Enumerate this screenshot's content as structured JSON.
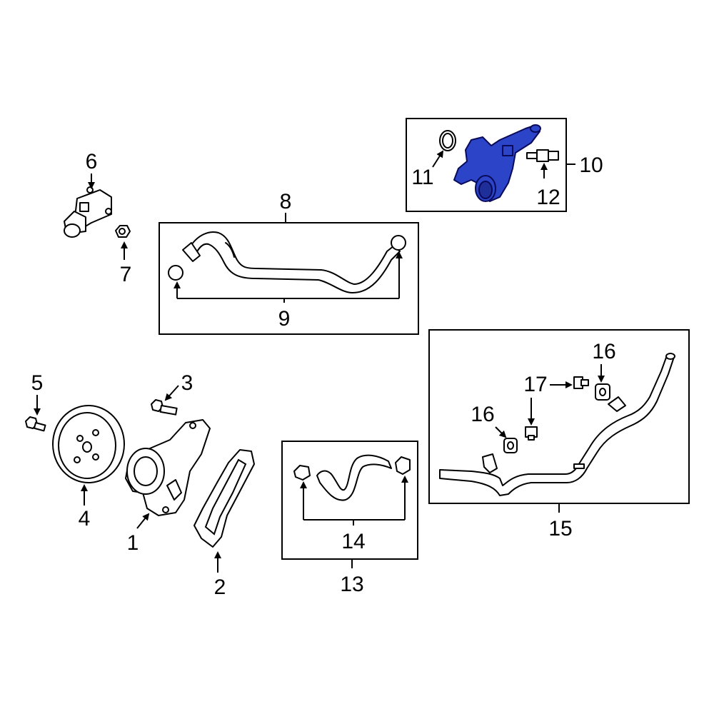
{
  "highlight_color": "#2b44c8",
  "labels": {
    "l1": "1",
    "l2": "2",
    "l3": "3",
    "l4": "4",
    "l5": "5",
    "l6": "6",
    "l7": "7",
    "l8": "8",
    "l9": "9",
    "l10": "10",
    "l11": "11",
    "l12": "12",
    "l13": "13",
    "l14": "14",
    "l15": "15",
    "l16a": "16",
    "l16b": "16",
    "l17": "17"
  },
  "parts": [
    {
      "ref": "1",
      "icon": "water-pump-icon"
    },
    {
      "ref": "2",
      "icon": "pump-gasket-icon"
    },
    {
      "ref": "3",
      "icon": "bolt-icon"
    },
    {
      "ref": "4",
      "icon": "pulley-icon"
    },
    {
      "ref": "5",
      "icon": "bolt-icon"
    },
    {
      "ref": "6",
      "icon": "thermostat-housing-icon"
    },
    {
      "ref": "7",
      "icon": "nut-icon"
    },
    {
      "ref": "8",
      "icon": "hose-assembly-icon"
    },
    {
      "ref": "9",
      "icon": "hose-clamp-icon"
    },
    {
      "ref": "10",
      "icon": "coolant-outlet-highlighted-icon"
    },
    {
      "ref": "11",
      "icon": "o-ring-icon"
    },
    {
      "ref": "12",
      "icon": "temperature-sensor-icon"
    },
    {
      "ref": "13",
      "icon": "hose-assembly-icon"
    },
    {
      "ref": "14",
      "icon": "hose-clamp-icon"
    },
    {
      "ref": "15",
      "icon": "coolant-pipe-icon"
    },
    {
      "ref": "16",
      "icon": "grommet-icon"
    },
    {
      "ref": "17",
      "icon": "clip-icon"
    }
  ]
}
